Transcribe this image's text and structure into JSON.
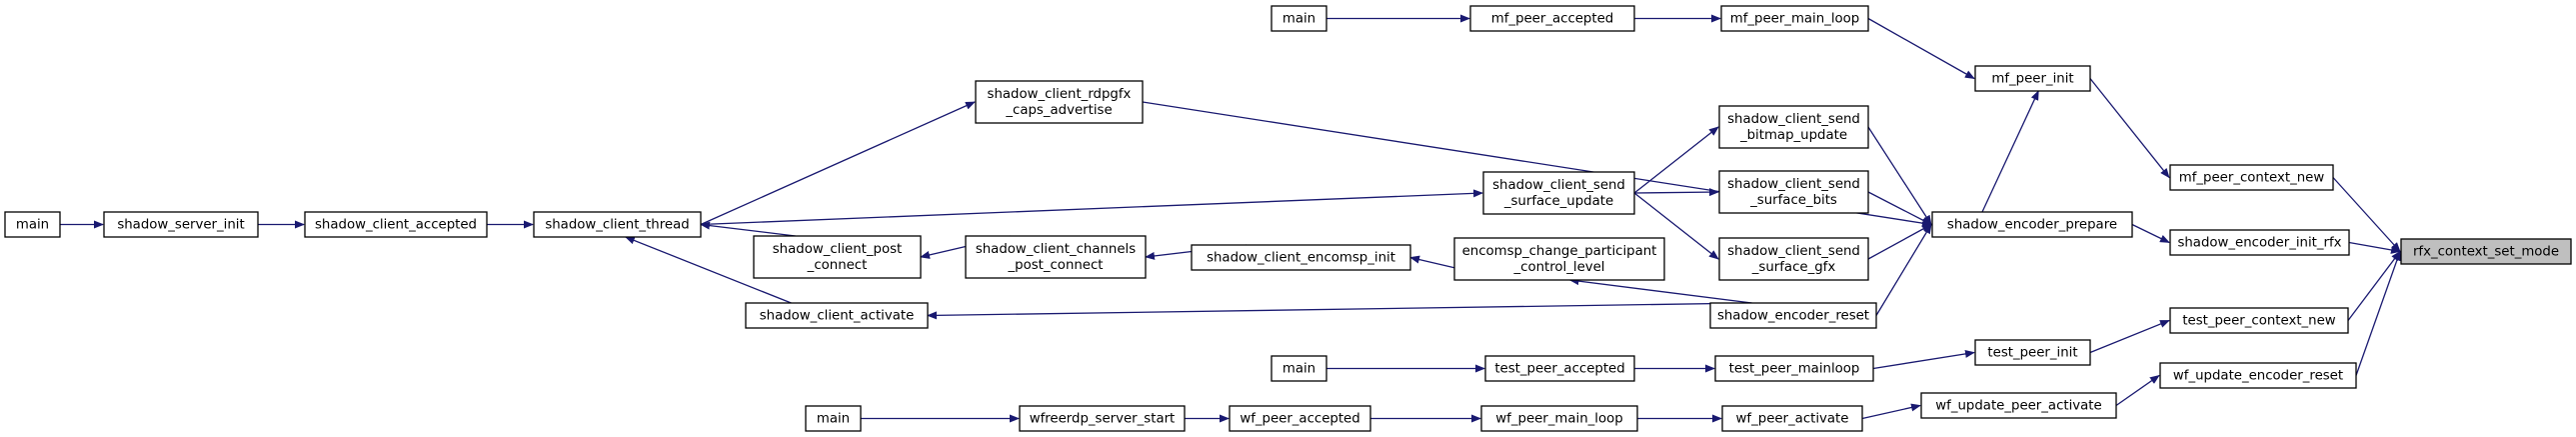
{
  "graph": {
    "root": "rfx_context_set_mode",
    "nodes": [
      {
        "id": "n1",
        "lines": [
          "main"
        ]
      },
      {
        "id": "n2",
        "lines": [
          "mf_peer_accepted"
        ]
      },
      {
        "id": "n3",
        "lines": [
          "mf_peer_main_loop"
        ]
      },
      {
        "id": "n4",
        "lines": [
          "mf_peer_init"
        ]
      },
      {
        "id": "n5",
        "lines": [
          "mf_peer_context_new"
        ]
      },
      {
        "id": "n6",
        "lines": [
          "shadow_client_rdpgfx",
          "_caps_advertise"
        ]
      },
      {
        "id": "n7",
        "lines": [
          "shadow_client_send",
          "_bitmap_update"
        ]
      },
      {
        "id": "n8",
        "lines": [
          "main"
        ]
      },
      {
        "id": "n9",
        "lines": [
          "shadow_server_init"
        ]
      },
      {
        "id": "n10",
        "lines": [
          "shadow_client_accepted"
        ]
      },
      {
        "id": "n11",
        "lines": [
          "shadow_client_thread"
        ]
      },
      {
        "id": "n12",
        "lines": [
          "shadow_client_send",
          "_surface_update"
        ]
      },
      {
        "id": "n13",
        "lines": [
          "shadow_client_send",
          "_surface_bits"
        ]
      },
      {
        "id": "n14",
        "lines": [
          "shadow_encoder_prepare"
        ]
      },
      {
        "id": "n15",
        "lines": [
          "shadow_encoder_init_rfx"
        ]
      },
      {
        "id": "n16",
        "lines": [
          "rfx_context_set_mode"
        ]
      },
      {
        "id": "n17",
        "lines": [
          "shadow_client_post",
          "_connect"
        ]
      },
      {
        "id": "n18",
        "lines": [
          "shadow_client_channels",
          "_post_connect"
        ]
      },
      {
        "id": "n19",
        "lines": [
          "shadow_client_encomsp_init"
        ]
      },
      {
        "id": "n20",
        "lines": [
          "encomsp_change_participant",
          "_control_level"
        ]
      },
      {
        "id": "n21",
        "lines": [
          "shadow_client_send",
          "_surface_gfx"
        ]
      },
      {
        "id": "n22",
        "lines": [
          "shadow_client_activate"
        ]
      },
      {
        "id": "n23",
        "lines": [
          "shadow_encoder_reset"
        ]
      },
      {
        "id": "n24",
        "lines": [
          "test_peer_context_new"
        ]
      },
      {
        "id": "n25",
        "lines": [
          "main"
        ]
      },
      {
        "id": "n26",
        "lines": [
          "test_peer_accepted"
        ]
      },
      {
        "id": "n27",
        "lines": [
          "test_peer_mainloop"
        ]
      },
      {
        "id": "n28",
        "lines": [
          "test_peer_init"
        ]
      },
      {
        "id": "n29",
        "lines": [
          "wf_update_encoder_reset"
        ]
      },
      {
        "id": "n30",
        "lines": [
          "main"
        ]
      },
      {
        "id": "n31",
        "lines": [
          "wfreerdp_server_start"
        ]
      },
      {
        "id": "n32",
        "lines": [
          "wf_peer_accepted"
        ]
      },
      {
        "id": "n33",
        "lines": [
          "wf_peer_main_loop"
        ]
      },
      {
        "id": "n34",
        "lines": [
          "wf_peer_activate"
        ]
      },
      {
        "id": "n35",
        "lines": [
          "wf_update_peer_activate"
        ]
      }
    ],
    "edges": [
      {
        "from": "n1",
        "to": "n2"
      },
      {
        "from": "n2",
        "to": "n3"
      },
      {
        "from": "n3",
        "to": "n4"
      },
      {
        "from": "n4",
        "to": "n5"
      },
      {
        "from": "n5",
        "to": "n16"
      },
      {
        "from": "n6",
        "to": "n14"
      },
      {
        "from": "n7",
        "to": "n14"
      },
      {
        "from": "n8",
        "to": "n9"
      },
      {
        "from": "n9",
        "to": "n10"
      },
      {
        "from": "n10",
        "to": "n11"
      },
      {
        "from": "n11",
        "to": "n6"
      },
      {
        "from": "n11",
        "to": "n12"
      },
      {
        "from": "n12",
        "to": "n7"
      },
      {
        "from": "n12",
        "to": "n13"
      },
      {
        "from": "n12",
        "to": "n21"
      },
      {
        "from": "n13",
        "to": "n14"
      },
      {
        "from": "n14",
        "to": "n4"
      },
      {
        "from": "n14",
        "to": "n15"
      },
      {
        "from": "n15",
        "to": "n16"
      },
      {
        "from": "n17",
        "to": "n11"
      },
      {
        "from": "n18",
        "to": "n17"
      },
      {
        "from": "n19",
        "to": "n18"
      },
      {
        "from": "n20",
        "to": "n19"
      },
      {
        "from": "n21",
        "to": "n14"
      },
      {
        "from": "n22",
        "to": "n11"
      },
      {
        "from": "n23",
        "to": "n14"
      },
      {
        "from": "n23",
        "to": "n20"
      },
      {
        "from": "n23",
        "to": "n22"
      },
      {
        "from": "n24",
        "to": "n16"
      },
      {
        "from": "n25",
        "to": "n26"
      },
      {
        "from": "n26",
        "to": "n27"
      },
      {
        "from": "n27",
        "to": "n28"
      },
      {
        "from": "n28",
        "to": "n24"
      },
      {
        "from": "n29",
        "to": "n16"
      },
      {
        "from": "n30",
        "to": "n31"
      },
      {
        "from": "n31",
        "to": "n32"
      },
      {
        "from": "n32",
        "to": "n33"
      },
      {
        "from": "n33",
        "to": "n34"
      },
      {
        "from": "n34",
        "to": "n35"
      },
      {
        "from": "n35",
        "to": "n29"
      }
    ]
  },
  "colors": {
    "edge": "#191970",
    "node_border": "#000000",
    "node_fill": "#ffffff",
    "root_fill": "#bfbfbf"
  }
}
